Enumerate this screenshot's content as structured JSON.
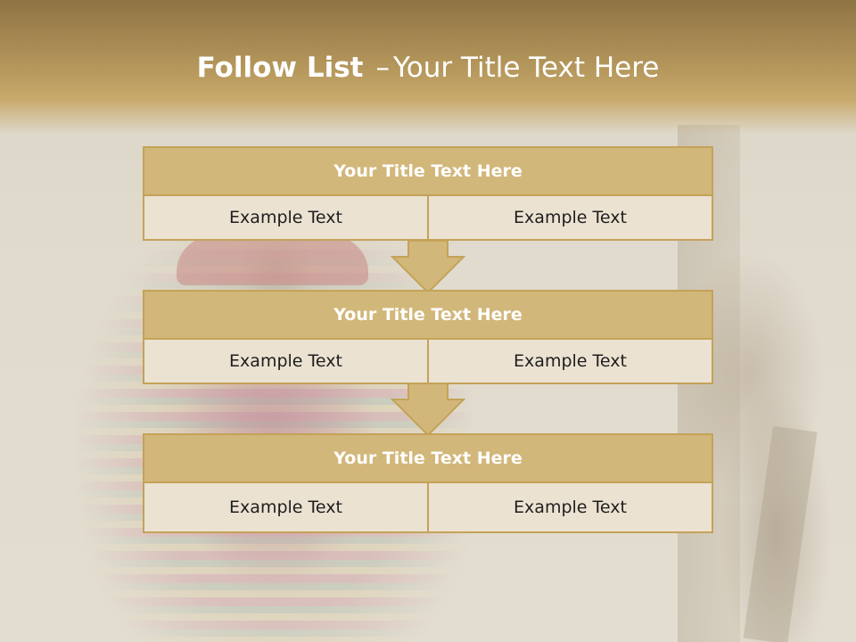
{
  "header": {
    "title_bold": "Follow List",
    "title_dash": "–",
    "title_rest": "Your Title Text Here"
  },
  "blocks": [
    {
      "title": "Your Title Text Here",
      "left": "Example Text",
      "right": "Example Text"
    },
    {
      "title": "Your Title Text Here",
      "left": "Example Text",
      "right": "Example Text"
    },
    {
      "title": "Your Title Text Here",
      "left": "Example Text",
      "right": "Example Text"
    }
  ],
  "colors": {
    "header_dark": "#8f7444",
    "header_gold": "#c9ab6e",
    "block_head": "#d2b77a",
    "block_border": "#c4a258",
    "block_cell": "#ece2d2"
  },
  "icons": [
    "down-arrow-icon",
    "down-arrow-icon"
  ]
}
